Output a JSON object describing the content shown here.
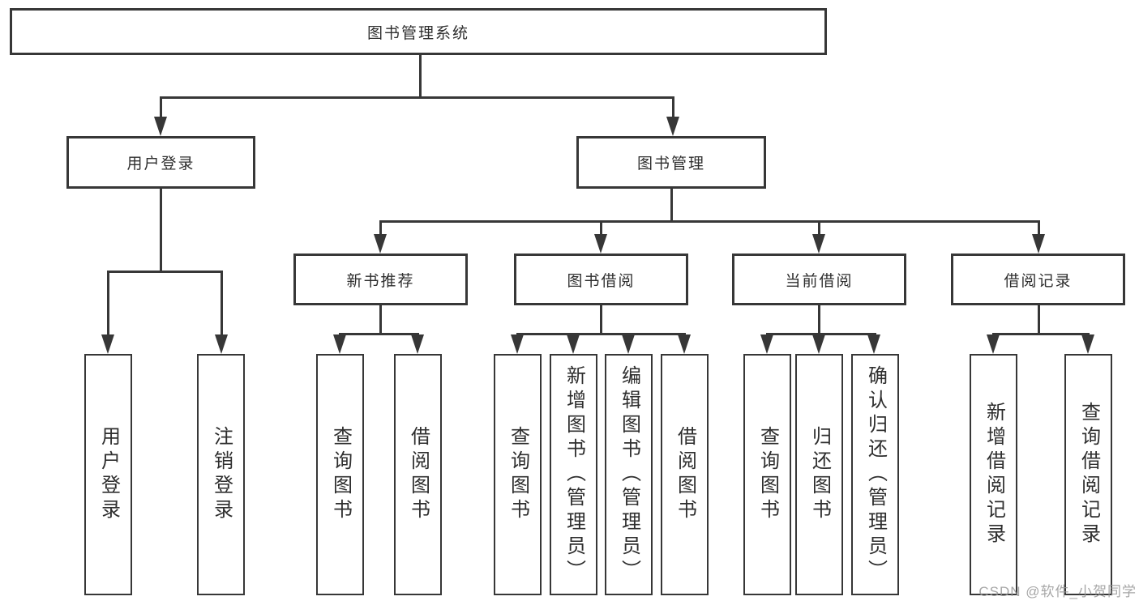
{
  "diagram": {
    "root": {
      "label": "图书管理系统"
    },
    "level2": [
      {
        "label": "用户登录"
      },
      {
        "label": "图书管理"
      }
    ],
    "level3": [
      {
        "label": "新书推荐"
      },
      {
        "label": "图书借阅"
      },
      {
        "label": "当前借阅"
      },
      {
        "label": "借阅记录"
      }
    ],
    "leaves": {
      "user_login": [
        "用户登录",
        "注销登录"
      ],
      "new_book": [
        "查询图书",
        "借阅图书"
      ],
      "borrow": [
        "查询图书",
        "新增图书（管理员）",
        "编辑图书（管理员）",
        "借阅图书"
      ],
      "current": [
        "查询图书",
        "归还图书",
        "确认归还（管理员）"
      ],
      "records": [
        "新增借阅记录",
        "查询借阅记录"
      ]
    }
  },
  "watermark": "CSDN @软件_小贺同学",
  "colors": {
    "line": "#373737",
    "text": "#2e2e2e",
    "watermark": "#969696",
    "background": "#ffffff"
  }
}
